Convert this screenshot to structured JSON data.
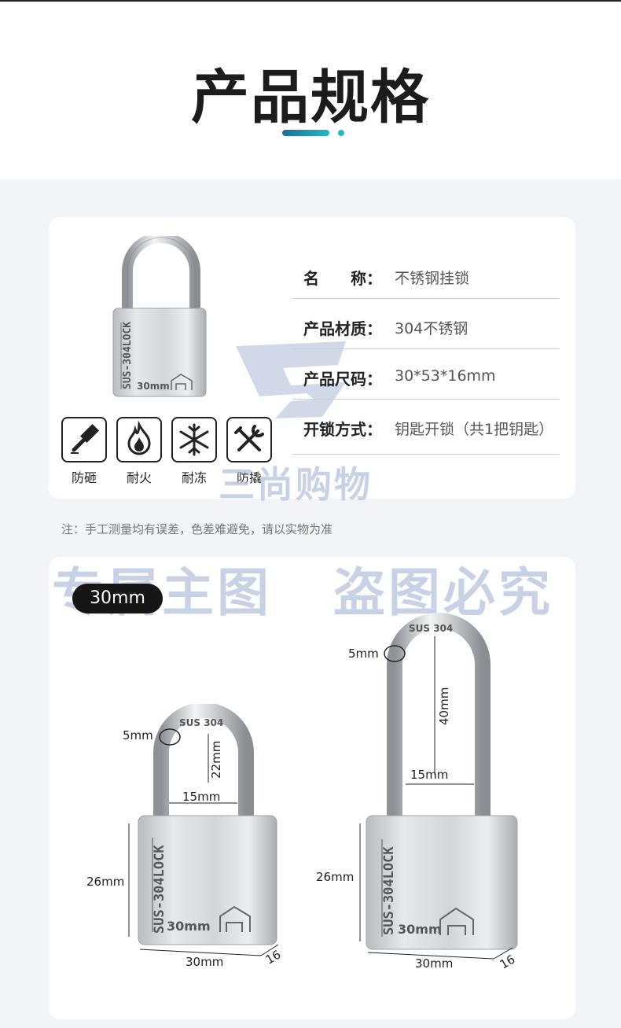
{
  "header": {
    "title": "产品规格"
  },
  "specs": [
    {
      "key": "名　　称：",
      "value": "不锈钢挂锁"
    },
    {
      "key": "产品材质：",
      "value": "304不锈钢"
    },
    {
      "key": "产品尺码：",
      "value": "30*53*16mm"
    },
    {
      "key": "开锁方式：",
      "value": "钥匙开锁（共1把钥匙）"
    }
  ],
  "features": [
    {
      "label": "防砸",
      "icon": "hammer-icon"
    },
    {
      "label": "耐火",
      "icon": "flame-icon"
    },
    {
      "label": "耐冻",
      "icon": "snowflake-icon"
    },
    {
      "label": "防撬",
      "icon": "tools-icon"
    }
  ],
  "note": "注：手工测量均有误差，色差难避免，请以实物为准",
  "size_tag": "30mm",
  "watermarks": {
    "brand": "三尚购物",
    "left": "专属主图",
    "right": "盗图必究"
  },
  "lock_engraving": {
    "vertical": "SUS-304LOCK",
    "size": "30mm",
    "shackle": "SUS 304"
  },
  "dimensions_short": {
    "shackle_dia": "5mm",
    "clearance": "22mm",
    "width_inner": "15mm",
    "body_height": "26mm",
    "body_width": "30mm",
    "depth": "16"
  },
  "dimensions_long": {
    "shackle_dia": "5mm",
    "clearance": "40mm",
    "width_inner": "15mm",
    "body_height": "26mm",
    "body_width": "30mm",
    "depth": "16"
  },
  "colors": {
    "accent_start": "#1c6e95",
    "accent_end": "#26b7c4",
    "watermark": "#b7c3dc"
  }
}
